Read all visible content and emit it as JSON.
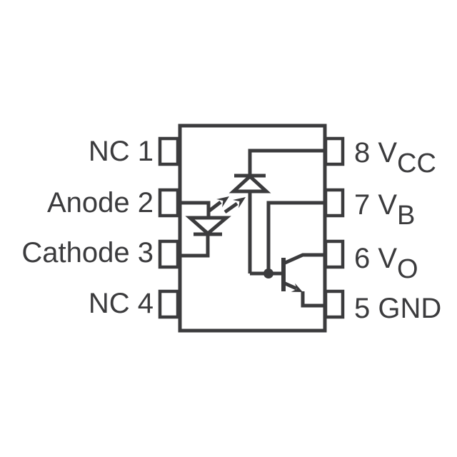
{
  "colors": {
    "line": "#3b3b3d",
    "background": "#ffffff"
  },
  "ic": {
    "pins_left": [
      {
        "label": "NC 1"
      },
      {
        "label": "Anode 2"
      },
      {
        "label": "Cathode 3"
      },
      {
        "label": "NC 4"
      }
    ],
    "pins_right": [
      {
        "label": "8 V",
        "sub": "CC"
      },
      {
        "label": "7 V",
        "sub": "B"
      },
      {
        "label": "6 V",
        "sub": "O"
      },
      {
        "label": "5 GND",
        "sub": ""
      }
    ]
  },
  "components": {
    "input_device": "led",
    "detector_device": "photodiode",
    "output_device": "npn-transistor",
    "coupling": "light-emission-arrows",
    "base_node": "junction-dot"
  }
}
